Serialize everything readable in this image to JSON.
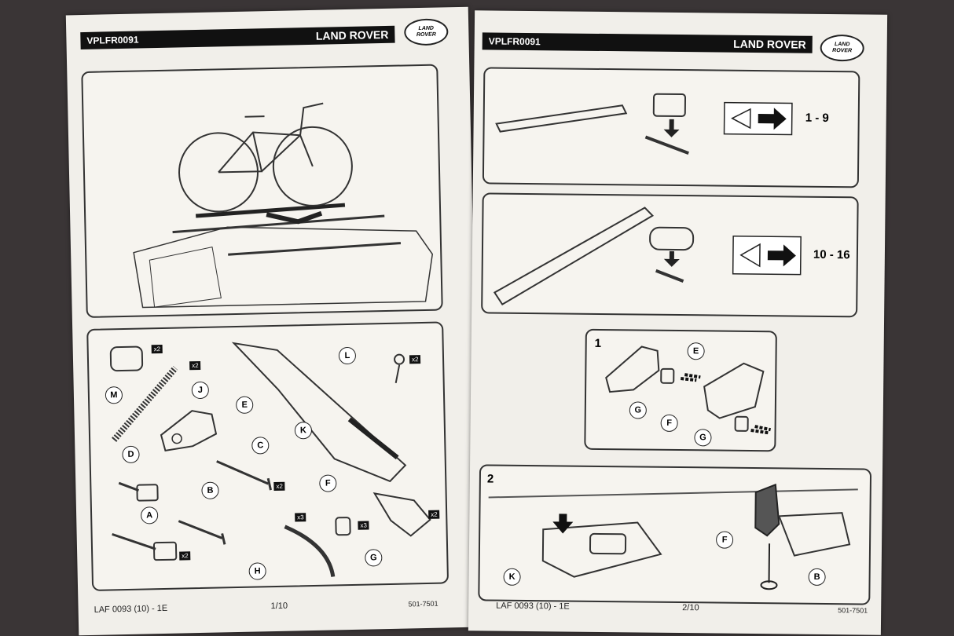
{
  "left_page": {
    "header_code": "VPLFR0091",
    "brand": "LAND ROVER",
    "logo_line1": "LAND",
    "logo_line2": "ROVER",
    "parts": [
      {
        "label": "M",
        "qty": "x2"
      },
      {
        "label": "J",
        "qty": "x2"
      },
      {
        "label": "E",
        "qty": ""
      },
      {
        "label": "L",
        "qty": "x2"
      },
      {
        "label": "K",
        "qty": ""
      },
      {
        "label": "D",
        "qty": ""
      },
      {
        "label": "C",
        "qty": "x2"
      },
      {
        "label": "B",
        "qty": ""
      },
      {
        "label": "A",
        "qty": "x2"
      },
      {
        "label": "F",
        "qty": "x2"
      },
      {
        "label": "H",
        "qty": "x3"
      },
      {
        "label": "G",
        "qty": "x3"
      }
    ],
    "footer_left": "LAF 0093 (10) - 1E",
    "footer_page": "1/10",
    "footer_right": "501-7501"
  },
  "right_page": {
    "header_code": "VPLFR0091",
    "brand": "LAND ROVER",
    "logo_line1": "LAND",
    "logo_line2": "ROVER",
    "range_1": "1 - 9",
    "range_2": "10 - 16",
    "step_1": "1",
    "step_2": "2",
    "step1_labels": [
      "E",
      "G",
      "F",
      "G"
    ],
    "step2_labels": [
      "K",
      "F",
      "B"
    ],
    "footer_left": "LAF 0093 (10) - 1E",
    "footer_page": "2/10",
    "footer_right": "501-7501"
  },
  "colors": {
    "paper": "#f1efea",
    "background": "#3a3536",
    "ink": "#111111"
  }
}
